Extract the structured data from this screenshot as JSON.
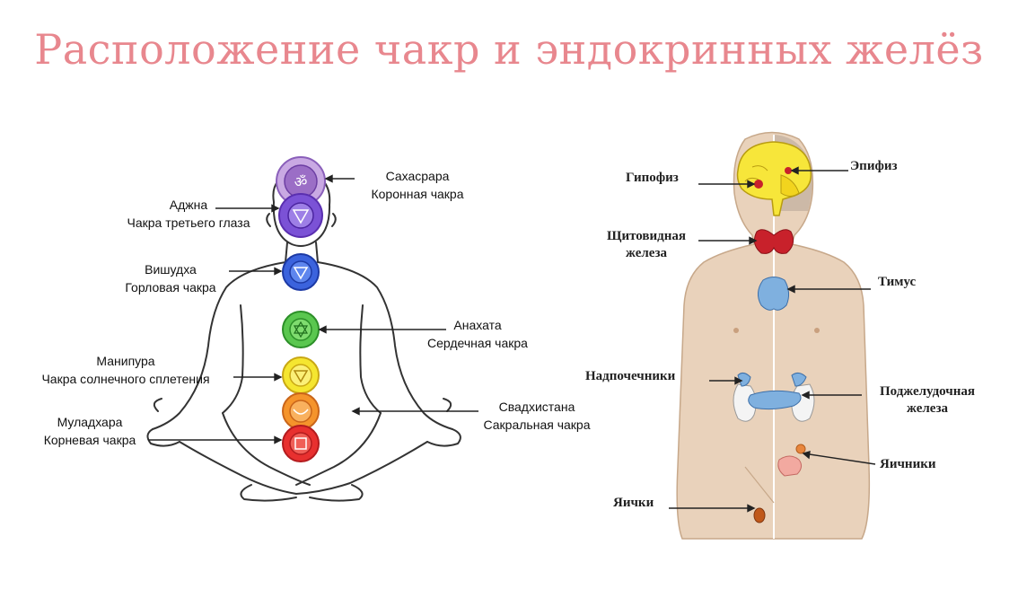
{
  "title": "Расположение чакр и эндокринных желёз",
  "chakras": [
    {
      "name": "Сахасрара",
      "desc": "Коронная чакра",
      "color": "#9b6ec6"
    },
    {
      "name": "Аджна",
      "desc": "Чакра третьего глаза",
      "color": "#6a3fc8"
    },
    {
      "name": "Вишудха",
      "desc": "Горловая чакра",
      "color": "#2a4fc9"
    },
    {
      "name": "Анахата",
      "desc": "Сердечная чакра",
      "color": "#3db83a"
    },
    {
      "name": "Манипура",
      "desc": "Чакра солнечного сплетения",
      "color": "#f2e21c"
    },
    {
      "name": "Свадхистана",
      "desc": "Сакральная чакра",
      "color": "#f28a1e"
    },
    {
      "name": "Муладхара",
      "desc": "Корневая чакра",
      "color": "#e5252a"
    }
  ],
  "glands": {
    "pituitary": "Гипофиз",
    "pineal": "Эпифиз",
    "thyroid_1": "Щитовидная",
    "thyroid_2": "железа",
    "thymus": "Тимус",
    "adrenals": "Надпочечники",
    "pancreas_1": "Поджелудочная",
    "pancreas_2": "железа",
    "ovaries": "Яичники",
    "testes": "Яички"
  },
  "colors": {
    "title": "#e8878e",
    "body_skin": "#e9d2bb",
    "brain": "#f7e63a",
    "thyroid": "#c8212b",
    "thymus": "#7fb0df",
    "testis": "#c0581a"
  }
}
